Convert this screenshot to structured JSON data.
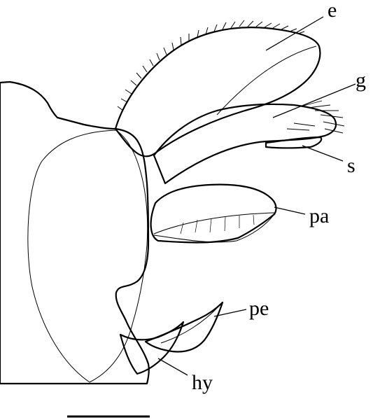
{
  "figure": {
    "labels": {
      "e": "e",
      "g": "g",
      "s": "s",
      "pa": "pa",
      "pe": "pe",
      "hy": "hy"
    }
  }
}
